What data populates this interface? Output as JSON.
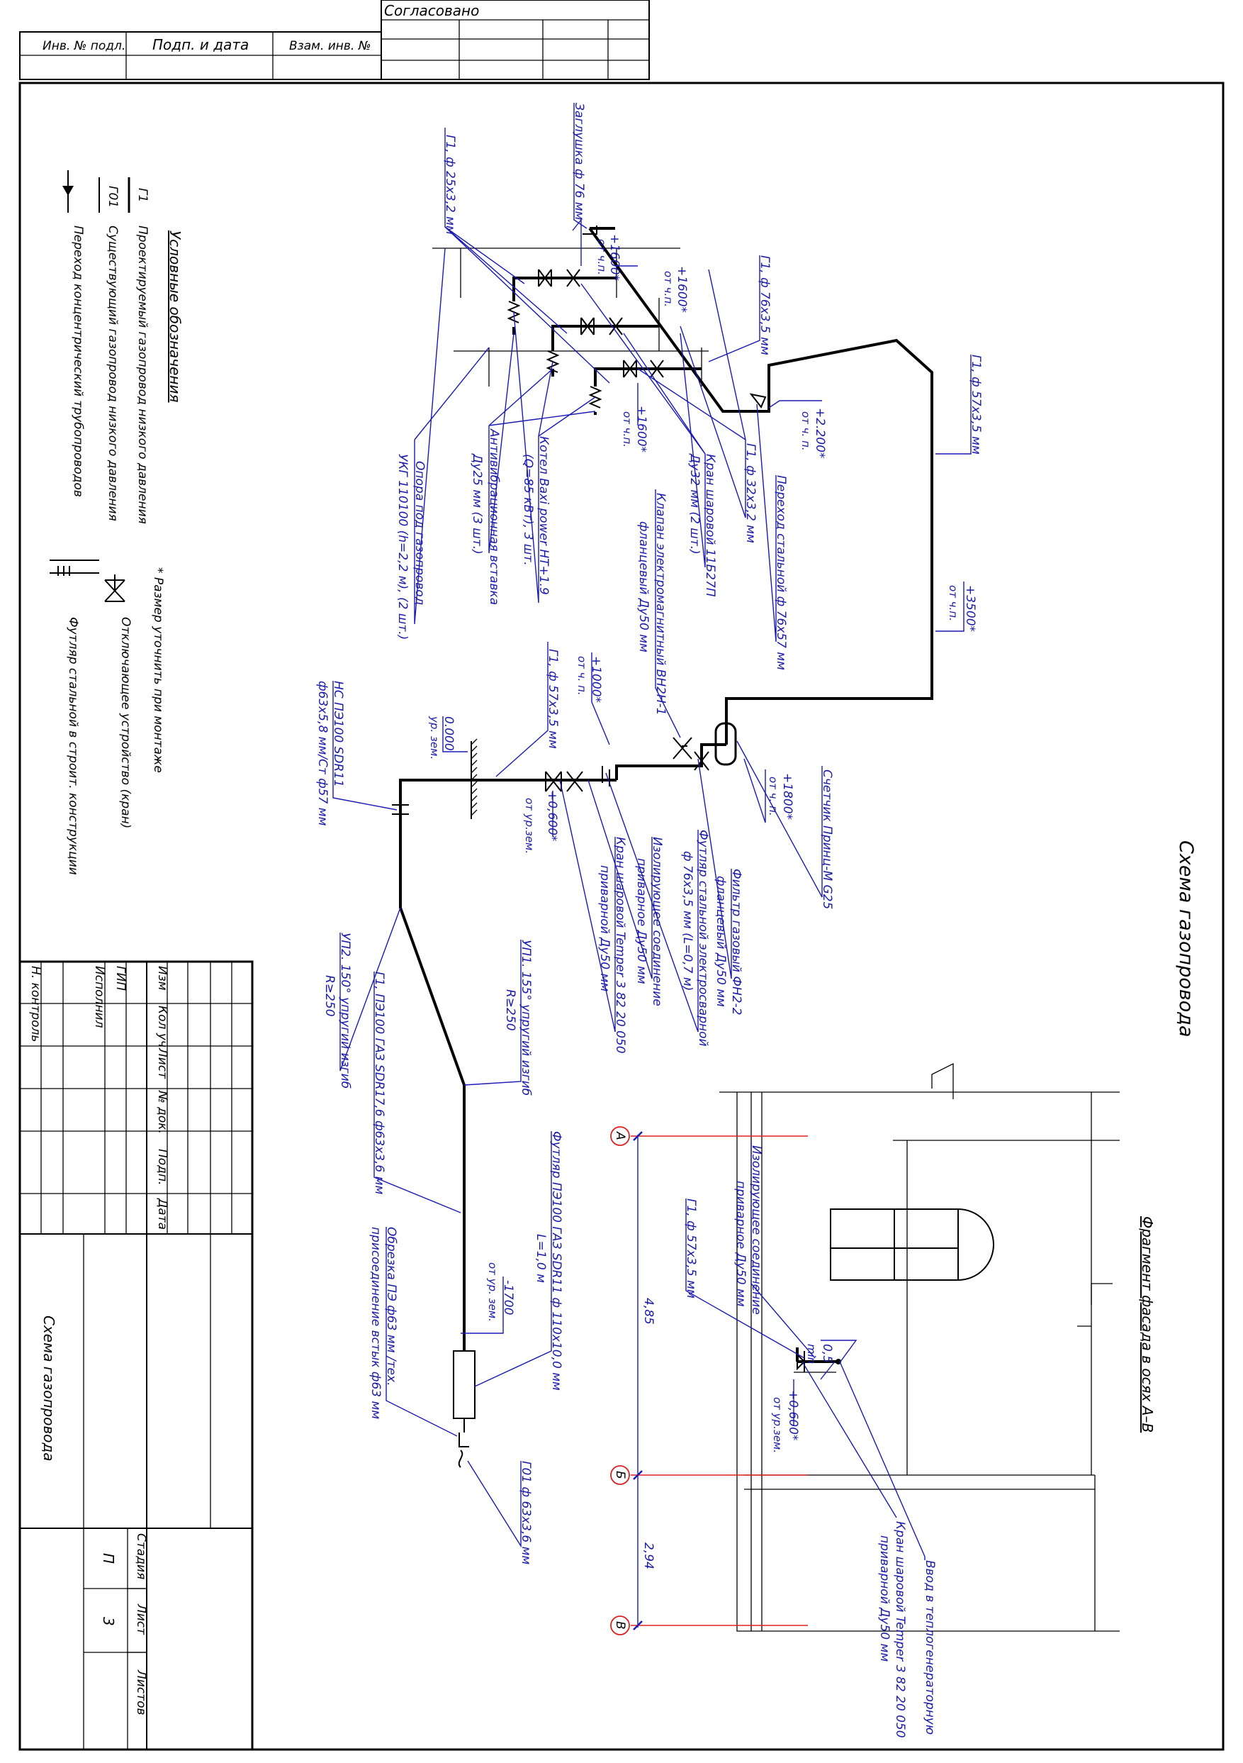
{
  "stamp": {
    "agreed": "Согласовано",
    "inv_orig": "Инв. № подл.",
    "sign_date": "Подп. и дата",
    "inv_replace": "Взам. инв. №"
  },
  "title": "Схема газопровода",
  "facade_title": "Фрагмент фасада в осях А–В",
  "legend": {
    "title": "Условные обозначения",
    "g1_code": "Г1",
    "g1_text": "Проектируемый газопровод низкого давления",
    "g01_code": "Г01",
    "g01_text": "Существующий газопровод низкого давления",
    "reducer_text": "Переход концентрический трубопроводов",
    "note": "* Размер уточнить при монтаже",
    "valve_text": "Отключающее устройство (кран)",
    "sleeve_text": "Футляр стальной в строит. конструкции"
  },
  "labels": {
    "plug": "Заглушка ф 76 мм",
    "g1_25": "Г1, ф 25х3,2 мм",
    "g1_76": "Г1, ф 76х3,5 мм",
    "g1_57_top": "Г1, ф 57х3,5 мм",
    "g1_32": "Г1, ф 32х3,2 мм",
    "reducer1": "Переход стальной ф 76х57 мм",
    "valve32_1": "Кран шаровой 11Б27П",
    "valve32_2": "Ду32 мм (2 шт.)",
    "solenoid1": "Клапан электромагнитный ВН2Н-1",
    "solenoid2": "фланцевый Ду50 мм",
    "boiler1": "Котел Baxi power HT+1.9",
    "boiler2": "(Q=85 кВт), 3 шт.",
    "antivib1": "Антивибрационная вставка",
    "antivib2": "Ду25 мм (3 шт.)",
    "support1": "Опора под газопровод",
    "support2": "УКГ 110100 (h=2,2 м), (2 шт.)",
    "meter": "Счетчик Принц-М G25",
    "filter1": "Фильтр газовый ФН2-2",
    "filter2": "фланцевый Ду50 мм",
    "sleeve1": "Футляр стальной электросварной",
    "sleeve2": "ф 76х3,5 мм (L=0,7 м)",
    "insul1": "Изолирующее соединение",
    "insul2": "приварное Ду50 мм",
    "valve50_1": "Кран шаровой Temper 3 82 20 050",
    "valve50_2": "приварной Ду50 мм",
    "g1_57_mid": "Г1, ф 57х3,5 мм",
    "pe_ns1": "НС ПЭ100 SDR11",
    "pe_ns2": "ф63х5,8 мм/Ст ф57 мм",
    "bend155_1": "УП1. 155° упругий изгиб",
    "bend155_2": "R≥250",
    "bend150_1": "УП2. 150° упругий изгиб",
    "bend150_2": "R≥250",
    "g1_pe": "Г1, ПЭ100 ГАЗ SDR17,6 ф63х3,6 мм",
    "case_pe1": "Футляр ПЭ100 ГАЗ SDR11 ф 110х10,0 мм",
    "case_pe2": "L=1,0 м",
    "cut1": "Обрезка ПЭ ф63 мм /тех.",
    "cut2": "присоединение встык ф63 мм",
    "g01": "Г01 ф 63х3,6 мм",
    "f_insul1": "Изолирующее соединение",
    "f_insul2": "приварное Ду50 мм",
    "f_g1": "Г1, ф 57х3,5 мм",
    "f_entry": "Ввод в теплогенераторную",
    "f_valve1": "Кран шаровой Temper 3 82 20 050",
    "f_valve2": "приварной Ду50 мм"
  },
  "levels": {
    "l1600a": "+1600*",
    "l1600a_s": "от ч.п.",
    "l1600b": "+1600*",
    "l1600b_s": "от ч.п.",
    "l1600c": "+1600*",
    "l1600c_s": "от ч.п.",
    "l2200": "+2.200*",
    "l2200_s": "от ч. п.",
    "l3500": "+3500*",
    "l3500_s": "от ч.п.",
    "l1800": "+1800*",
    "l1800_s": "от ч. п.",
    "l1000": "+1000*",
    "l1000_s": "от ч. п.",
    "l0000": "0.000",
    "l0000_s": "ур. зем.",
    "l0600": "+0,600*",
    "l0600_s": "от ур.зем.",
    "l1700": "-1700",
    "l1700_s": "от ур. зем.",
    "f_l0600": "+0,600*",
    "f_l0600_s": "от ур.зем.",
    "f_05": "0,5",
    "f_05_s": "min"
  },
  "axes": {
    "a": "А",
    "b": "Б",
    "v": "В",
    "d1": "4,85",
    "d2": "2,94"
  },
  "titleblock": {
    "izm": "Изм",
    "kol": "Кол уч",
    "list": "Лист",
    "ndok": "№ док.",
    "podp": "Подп.",
    "data": "Дата",
    "gip": "ГИП",
    "isp": "Исполнил",
    "nkontr": "Н. контроль",
    "name": "Схема газопровода",
    "stadia": "Стадия",
    "list2": "Лист",
    "listov": "Листов",
    "stadia_v": "П",
    "list_v": "3"
  }
}
